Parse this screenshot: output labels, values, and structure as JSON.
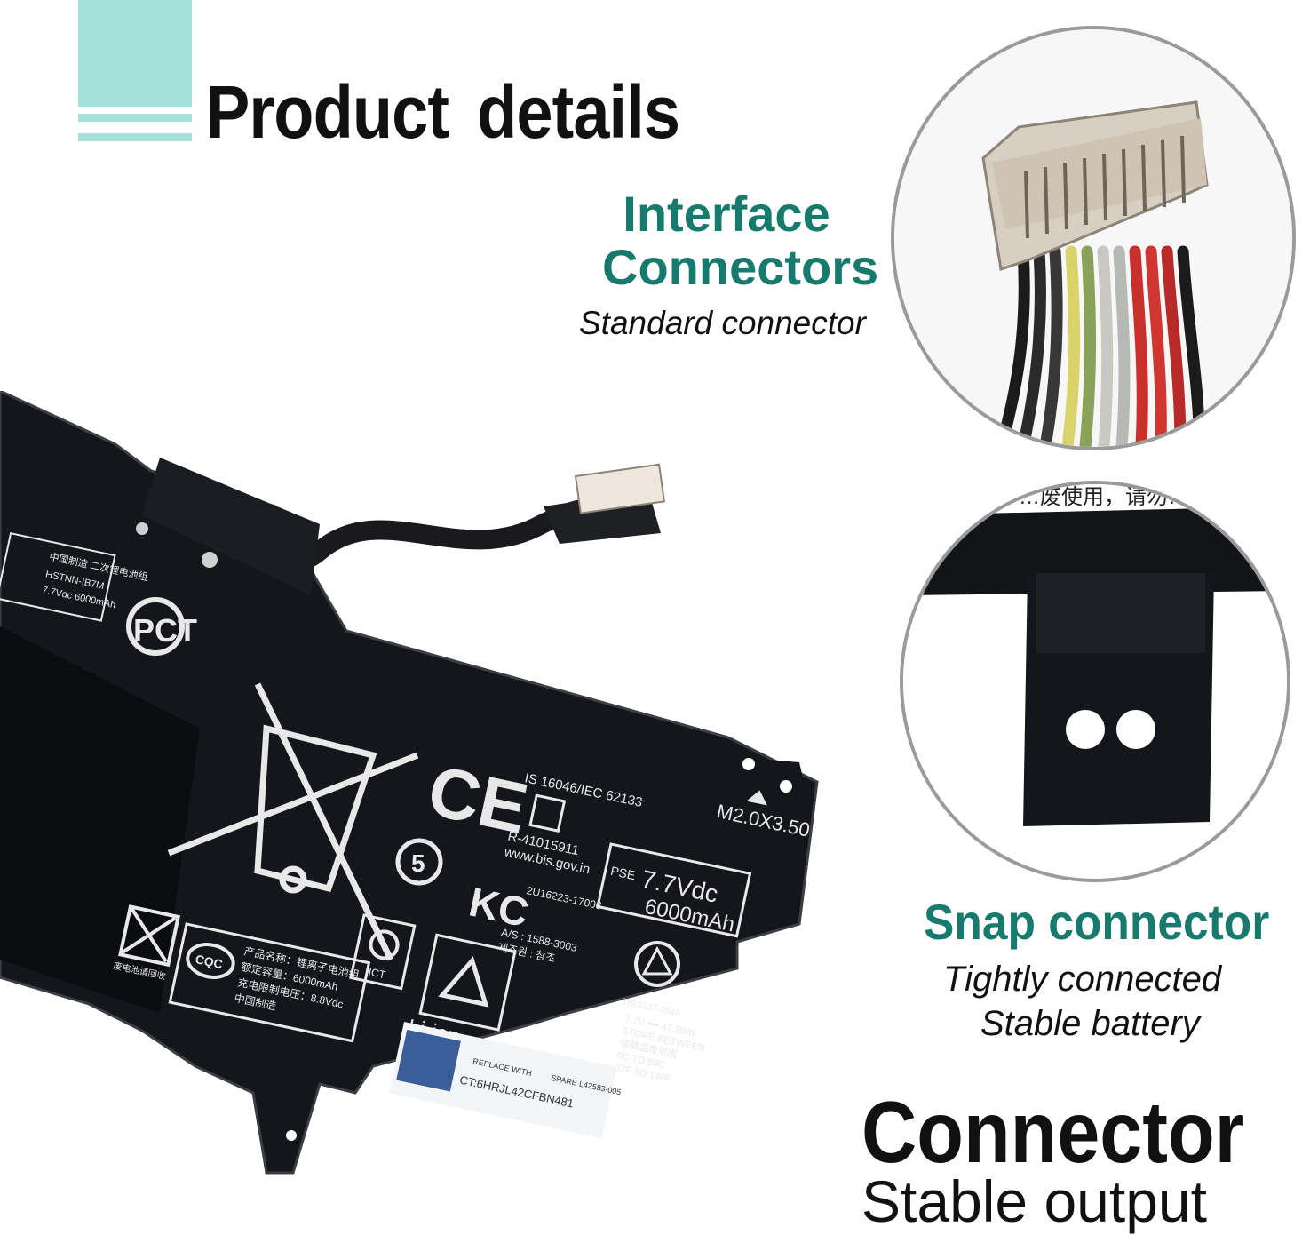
{
  "title": "Product  details",
  "interface": {
    "heading_line1": "Interface",
    "heading_line2": "Connectors",
    "subtitle": "Standard connector"
  },
  "snap": {
    "heading": "Snap connector",
    "line1": "Tightly connected",
    "line2": "Stable battery"
  },
  "connector": {
    "heading": "Connector",
    "subtitle": "Stable output"
  },
  "battery_label": {
    "screw_note": "M2.0X3.50",
    "is_standard": "IS 16046/IEC 62133",
    "registration": "R-41015911",
    "bis_url": "www.bis.gov.in",
    "kc_code": "2U16223-17006",
    "voltage": "7.7Vdc",
    "capacity": "6000mAh",
    "li_ion": "Li-ion",
    "ce_mark": "CE",
    "pct_mark": "PCT",
    "ict_mark": "ICT",
    "cqc_mark": "CQC",
    "kc_mark": "KC",
    "pse_mark": "PSE",
    "tis_code": "TIS 2217-2548",
    "as_code": "A/S : 1588-3003",
    "korean_note": "제조원 : 참조",
    "cn_product_line1": "产品名称：锂离子电池组",
    "cn_product_line2": "额定容量：6000mAh",
    "cn_product_line3": "充电限制电压：8.8Vdc",
    "cn_product_line4": "中国制造",
    "cn_recycle": "废电池请回收",
    "cn_header": "中国制造 二次锂电池组",
    "model": "HSTNN-IB7M",
    "model_spec": "7.7Vdc 6000mAh",
    "spec_block_line1": "7.7V ━━ 47.3Wh",
    "spec_block_line2": "STORE BETWEEN",
    "spec_block_line3": "储藏温度范围",
    "spec_block_line4": "0C TO 60C",
    "spec_block_line5": "32F TO 140F",
    "replace_with": "REPLACE WITH",
    "spmf": "SPARE L42583-005",
    "ct_code": "CT:6HRJL42CFBN481",
    "snap_top_text": "…废使用，请勿…"
  },
  "colors": {
    "accent": "#a6e1d9",
    "teal_heading": "#167a6c",
    "battery_body": "#14161b",
    "circle_border": "#9a9a9a"
  }
}
